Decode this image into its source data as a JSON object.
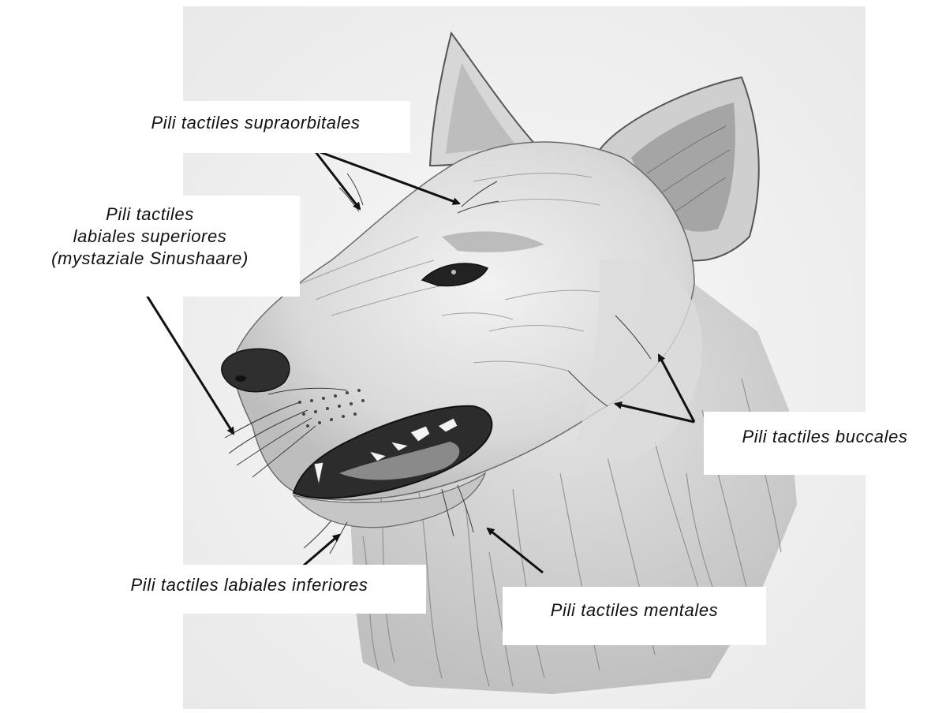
{
  "labels": {
    "supraorbitales": "Pili tactiles supraorbitales",
    "labiales_superiores_line1": "Pili tactiles",
    "labiales_superiores_line2": "labiales superiores",
    "labiales_superiores_line3": "(mystaziale Sinushaare)",
    "buccales": "Pili tactiles buccales",
    "labiales_inferiores": "Pili tactiles labiales inferiores",
    "mentales": "Pili tactiles mentales"
  },
  "colors": {
    "background": "#ffffff",
    "paper": "#f3f3f3",
    "pencil_dark": "#2a2a2a",
    "pencil_mid": "#6a6a6a",
    "pencil_light": "#a8a8a8",
    "arrow": "#111111"
  },
  "illustration": "pencil drawing of dog head with whiskers (tactile hairs)"
}
